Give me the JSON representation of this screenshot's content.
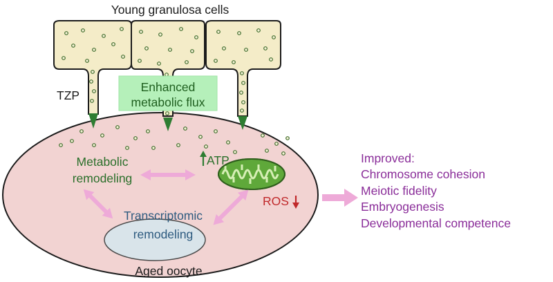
{
  "labels": {
    "granulosa": "Young granulosa cells",
    "tzp": "TZP",
    "flux_line1": "Enhanced",
    "flux_line2": "metabolic flux",
    "atp": "ATP",
    "metabolic_line1": "Metabolic",
    "metabolic_line2": "remodeling",
    "transcriptomic_line1": "Transcriptomic",
    "transcriptomic_line2": "remodeling",
    "ros": "ROS",
    "oocyte": "Aged oocyte"
  },
  "outcomes": {
    "heading": "Improved:",
    "items": [
      "Chromosome cohesion",
      "Meiotic fidelity",
      "Embryogenesis",
      "Developmental competence"
    ]
  },
  "colors": {
    "granulosa_fill": "#f4ecc8",
    "oocyte_fill": "#f2d3d2",
    "nucleus_fill": "#d9e4ea",
    "flux_box": "#b5f0ba",
    "arrow_pink": "#eeaad8",
    "text_green": "#2a6f2a",
    "text_blue": "#2d5a7f",
    "text_red": "#c0282a",
    "text_purple": "#8a2d99"
  },
  "icons": [
    "atp-up-arrow-icon",
    "ros-down-arrow-icon",
    "mitochondrion-icon",
    "right-outcome-arrow-icon"
  ]
}
